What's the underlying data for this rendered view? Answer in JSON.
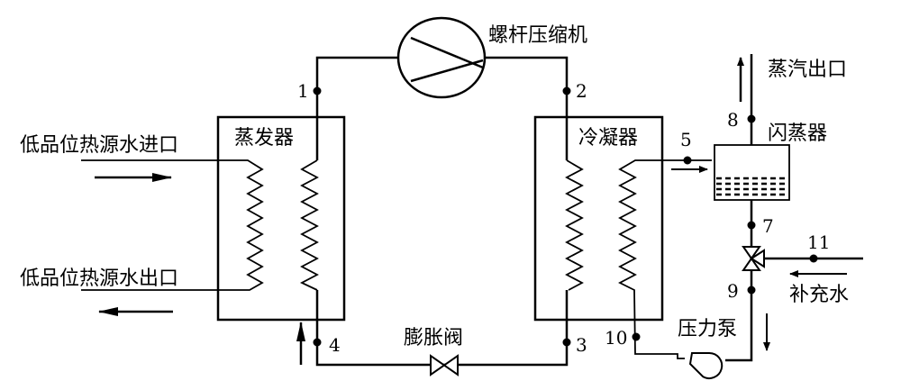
{
  "labels": {
    "compressor": "螺杆压缩机",
    "evaporator": "蒸发器",
    "condenser": "冷凝器",
    "flash_evaporator": "闪蒸器",
    "expansion_valve": "膨胀阀",
    "pump": "压力泵",
    "heat_source_in": "低品位热源水进口",
    "heat_source_out": "低品位热源水出口",
    "steam_outlet": "蒸汽出口",
    "makeup_water": "补充水"
  },
  "points": [
    "1",
    "2",
    "3",
    "4",
    "5",
    "7",
    "8",
    "9",
    "10",
    "11"
  ],
  "colors": {
    "line": "#000000",
    "background": "#ffffff"
  }
}
